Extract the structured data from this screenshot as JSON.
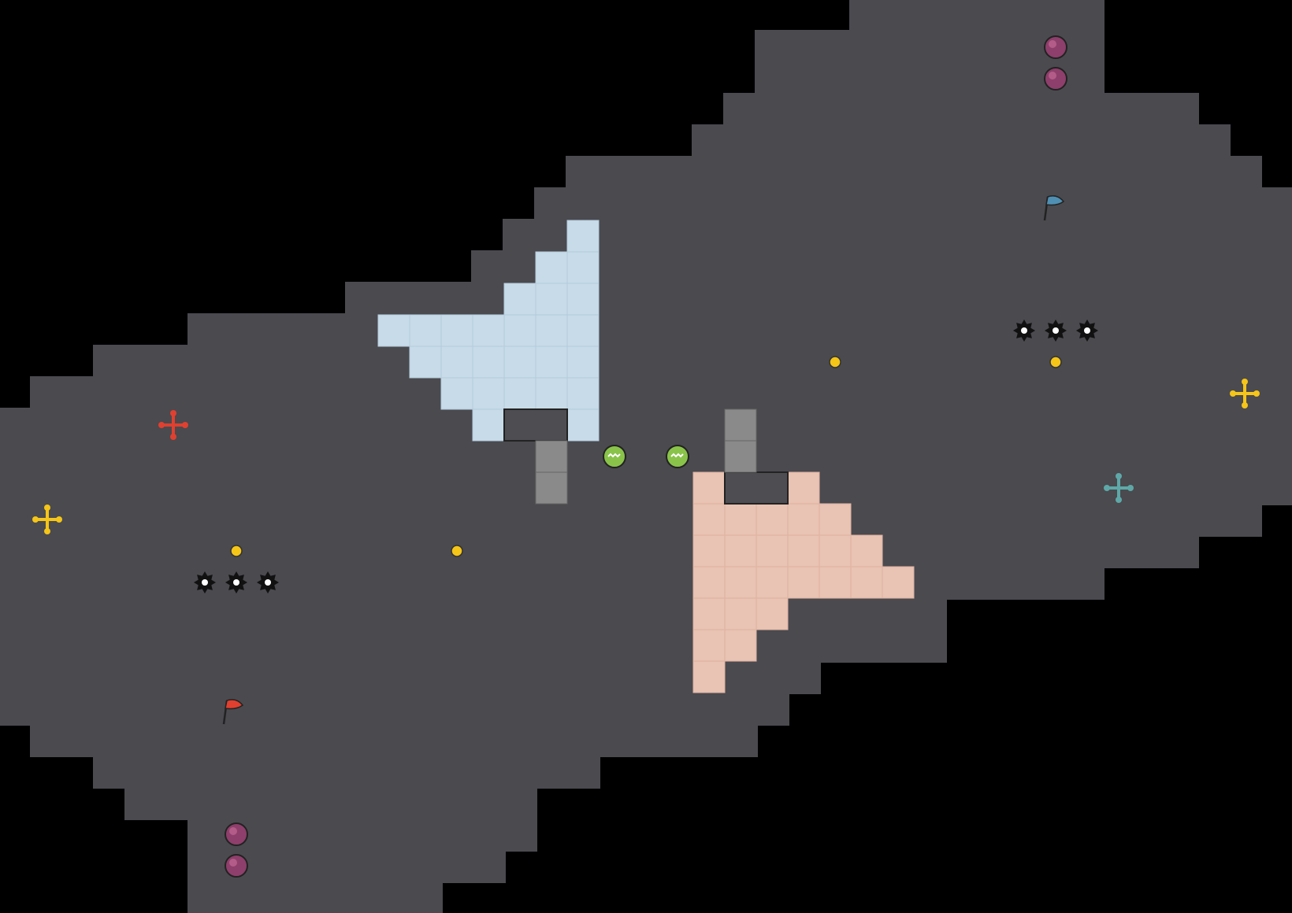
{
  "game": {
    "map_type": "capture-the-flag",
    "colors": {
      "background": "#000000",
      "wall": "#4a4a4f",
      "wall_edge": "#2a2a2e",
      "floor": "#ececef",
      "grid": "#d6d6da",
      "red_zone": "#e9c3b3",
      "blue_zone": "#c7dbe8",
      "gate": "#4d4d52",
      "boost_pad": "#8a8a8a",
      "red_team": "#e0402f",
      "blue_team": "#4f8fb3",
      "bomb": "#8e3f6b",
      "powerup": "#f5c518",
      "spike": "#111111",
      "portal_green": "#8ac34a"
    },
    "flags": [
      {
        "team": "red",
        "icon": "flag-icon"
      },
      {
        "team": "blue",
        "icon": "flag-icon"
      }
    ],
    "spawn_markers": [
      {
        "team": "red",
        "icon": "move-arrows-icon"
      },
      {
        "team": "neutral-yellow",
        "icon": "move-arrows-icon"
      },
      {
        "team": "neutral-yellow",
        "icon": "move-arrows-icon"
      },
      {
        "team": "teal",
        "icon": "move-arrows-icon"
      }
    ],
    "objects": {
      "bombs": 4,
      "spikes": 6,
      "powerups": 4,
      "portals": 2,
      "gates": 2
    }
  }
}
